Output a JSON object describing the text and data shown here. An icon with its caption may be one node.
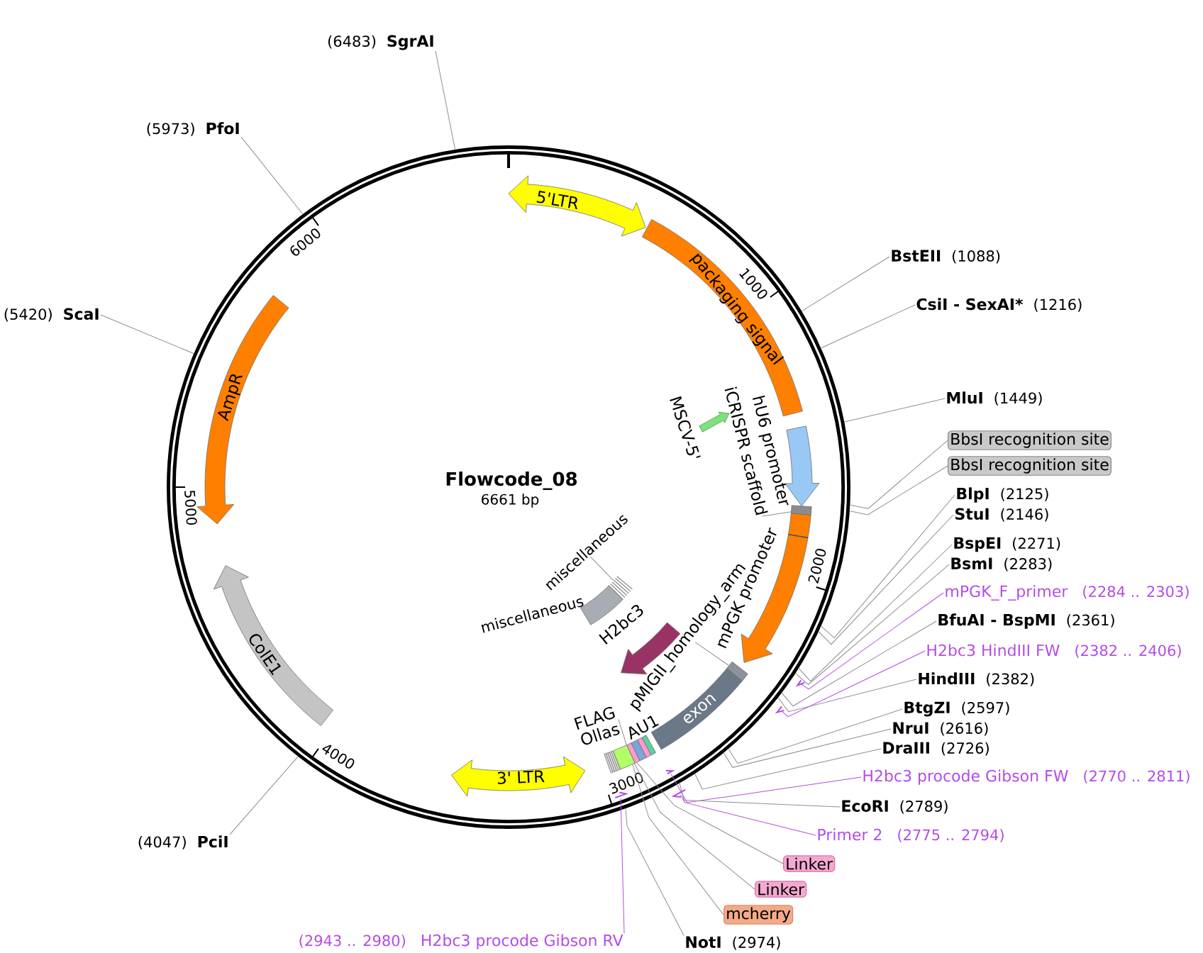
{
  "diagram": {
    "title": "Flowcode_08",
    "nodes": [
      {
        "text": [],
        "shape": "circle"
      },
      {
        "text": [
          "5'LTR"
        ],
        "in": 0
      },
      {
        "text": [
          "packaging signal"
        ],
        "in": 0
      },
      {
        "text": [],
        "shape": "arrow",
        "beside": [
          "hU6 promoter"
        ],
        "in": 0
      },
      {
        "text": [],
        "shape": "box",
        "in": 0
      },
      {
        "text": [],
        "shape": "arrow",
        "beside": [
          "mPGK promoter"
        ],
        "in": 0
      },
      {
        "text": [],
        "shape": "box",
        "in": 0
      },
      {
        "text": [
          "exon"
        ],
        "in": 0
      },
      {
        "text": [],
        "shape": "box",
        "beside": [
          "AU1"
        ],
        "in": 0
      },
      {
        "text": [
          "3' LTR"
        ],
        "in": 0
      },
      {
        "text": [
          "ColE1"
        ],
        "in": 0
      },
      {
        "text": [
          "AmpR"
        ],
        "in": 0
      },
      {
        "text": [],
        "shape": "arrow",
        "beside": [
          "MSCV-5'"
        ],
        "in": 0
      },
      {
        "text": [],
        "shape": "arrow",
        "beside": [
          "H2bc3"
        ],
        "in": 0
      },
      {
        "text": [],
        "shape": "box",
        "in": 0
      },
      {
        "text": [],
        "shape": "box",
        "beside": [
          "miscellaneous"
        ],
        "in": 0
      },
      {
        "text": [],
        "shape": "arrow"
      },
      {
        "text": [],
        "shape": "arrow"
      },
      {
        "text": [],
        "shape": "arrow"
      },
      {
        "text": [],
        "shape": "arrow",
        "in": 0
      },
      {
        "text": [],
        "shape": "arrow",
        "in": 0
      },
      {
        "text": [
          "iCRISPR scaffold"
        ],
        "in": 0
      },
      {
        "text": [
          "pMIGII_homology_arm"
        ],
        "in": 0
      },
      {
        "text": [
          "miscellaneous"
        ],
        "in": 0
      },
      {
        "text": [
          "FLAG",
          "Ollas"
        ],
        "in": 0
      },
      {
        "text": [
          "(6483)",
          "SgrAI"
        ]
      },
      {
        "text": [
          "(5973)",
          "PfoI"
        ]
      },
      {
        "text": [
          "(5420)",
          "ScaI"
        ]
      },
      {
        "text": [
          "BstEII",
          "(1088)"
        ]
      },
      {
        "text": [
          "CsiI - SexAI*",
          "(1216)"
        ]
      },
      {
        "text": [
          "MluI",
          "(1449)"
        ]
      },
      {
        "text": [
          "BbsI recognition site"
        ]
      },
      {
        "text": [
          "BbsI recognition site"
        ]
      },
      {
        "text": [
          "BlpI",
          "(2125)"
        ]
      },
      {
        "text": [
          "StuI",
          "(2146)"
        ]
      },
      {
        "text": [
          "BspEI",
          "(2271)"
        ]
      },
      {
        "text": [
          "BsmI",
          "(2283)"
        ]
      },
      {
        "text": [
          "mPGK_F_primer",
          "(2284 .. 2303)"
        ]
      },
      {
        "text": [
          "BfuAI - BspMI",
          "(2361)"
        ]
      },
      {
        "text": [
          "H2bc3 HindIII FW",
          "(2382 .. 2406)"
        ]
      },
      {
        "text": [
          "HindIII",
          "(2382)"
        ]
      },
      {
        "text": [
          "BtgZI",
          "(2597)"
        ]
      },
      {
        "text": [
          "NruI",
          "(2616)"
        ]
      },
      {
        "text": [
          "DraIII",
          "(2726)"
        ]
      },
      {
        "text": [
          "H2bc3 procode Gibson FW",
          "(2770 .. 2811)"
        ]
      },
      {
        "text": [
          "EcoRI",
          "(2789)"
        ]
      },
      {
        "text": [
          "Primer 2",
          "(2775 .. 2794)"
        ]
      },
      {
        "text": [
          "Linker"
        ]
      },
      {
        "text": [
          "Linker"
        ]
      },
      {
        "text": [
          "mcherry"
        ]
      },
      {
        "text": [
          "(4047)",
          "PciI"
        ]
      },
      {
        "text": [
          "(2943 .. 2980)",
          "H2bc3 procode Gibson RV"
        ]
      },
      {
        "text": [
          "NotI",
          "(2974)"
        ]
      }
    ],
    "edges": [
      {
        "from": 21,
        "to": 4,
        "arrow": "none"
      },
      {
        "from": 22,
        "to": 6,
        "arrow": "none"
      },
      {
        "from": 23,
        "to": 14,
        "arrow": "none"
      },
      {
        "from": 24,
        "to": 8,
        "arrow": "none"
      },
      {
        "from": 25,
        "to": 0,
        "arrow": "none"
      },
      {
        "from": 26,
        "to": 0,
        "arrow": "none"
      },
      {
        "from": 27,
        "to": 0,
        "arrow": "none"
      },
      {
        "from": 28,
        "to": 0,
        "arrow": "none"
      },
      {
        "from": 29,
        "to": 0,
        "arrow": "none"
      },
      {
        "from": 30,
        "to": 0,
        "arrow": "none"
      },
      {
        "from": 31,
        "to": 0,
        "arrow": "none"
      },
      {
        "from": 32,
        "to": 0,
        "arrow": "none"
      },
      {
        "from": 33,
        "to": 0,
        "arrow": "none"
      },
      {
        "from": 34,
        "to": 0,
        "arrow": "none"
      },
      {
        "from": 35,
        "to": 0,
        "arrow": "none"
      },
      {
        "from": 36,
        "to": 0,
        "arrow": "none"
      },
      {
        "from": 37,
        "to": 16,
        "arrow": "none",
        "color": "#b44ce8"
      },
      {
        "from": 38,
        "to": 0,
        "arrow": "none"
      },
      {
        "from": 39,
        "to": 17,
        "arrow": "none",
        "color": "#b44ce8"
      },
      {
        "from": 40,
        "to": 0,
        "arrow": "none"
      },
      {
        "from": 41,
        "to": 0,
        "arrow": "none"
      },
      {
        "from": 42,
        "to": 0,
        "arrow": "none"
      },
      {
        "from": 43,
        "to": 0,
        "arrow": "none"
      },
      {
        "from": 44,
        "to": 18,
        "arrow": "none",
        "color": "#b44ce8"
      },
      {
        "from": 45,
        "to": 0,
        "arrow": "none"
      },
      {
        "from": 46,
        "to": 19,
        "arrow": "none",
        "color": "#b44ce8"
      },
      {
        "from": 47,
        "to": 8,
        "arrow": "none"
      },
      {
        "from": 48,
        "to": 8,
        "arrow": "none"
      },
      {
        "from": 49,
        "to": 8,
        "arrow": "none"
      },
      {
        "from": 50,
        "to": 0,
        "arrow": "none"
      },
      {
        "from": 51,
        "to": 20,
        "arrow": "none",
        "color": "#b44ce8"
      },
      {
        "from": 52,
        "to": 0,
        "arrow": "none"
      }
    ],
    "labels": [
      "6661 bp",
      "1000",
      "2000",
      "3000",
      "4000",
      "5000",
      "6000"
    ]
  }
}
